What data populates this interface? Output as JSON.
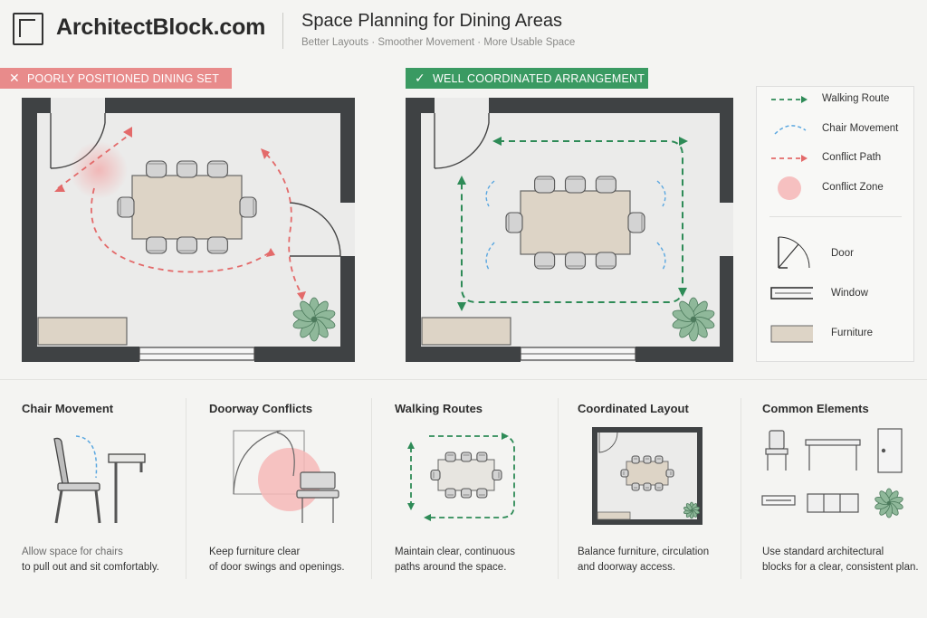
{
  "header": {
    "brand": "ArchitectBlock.com",
    "title": "Space Planning for Dining Areas",
    "subtitle": "Better Layouts · Smoother Movement · More Usable Space"
  },
  "tags": {
    "bad": {
      "icon": "✕",
      "label": "POORLY POSITIONED DINING SET"
    },
    "good": {
      "icon": "✓",
      "label": "WELL COORDINATED ARRANGEMENT"
    }
  },
  "legend": {
    "walking": "Walking Route",
    "chair": "Chair Movement",
    "conflict_path": "Conflict Path",
    "conflict_zone": "Conflict Zone",
    "door": "Door",
    "window": "Window",
    "furniture": "Furniture"
  },
  "colors": {
    "wall": "#3f4244",
    "floor": "#ebebea",
    "furniture": "#ddd4c6",
    "chair": "#d3d3d3",
    "conflict": "#e36a6a",
    "route": "#2e8b57",
    "chair_move": "#5aa7e0",
    "plant": "#6a9a7a"
  },
  "panels": [
    {
      "title": "Chair Movement",
      "line1": "Allow space for chairs",
      "line2": "to pull out and sit comfortably."
    },
    {
      "title": "Doorway Conflicts",
      "line1": "Keep furniture clear",
      "line2": "of door swings and openings."
    },
    {
      "title": "Walking Routes",
      "line1": "Maintain clear, continuous",
      "line2": "paths around the space."
    },
    {
      "title": "Coordinated Layout",
      "line1": "Balance furniture, circulation",
      "line2": "and doorway access."
    },
    {
      "title": "Common Elements",
      "line1": "Use standard architectural",
      "line2": "blocks for a clear, consistent plan."
    }
  ]
}
